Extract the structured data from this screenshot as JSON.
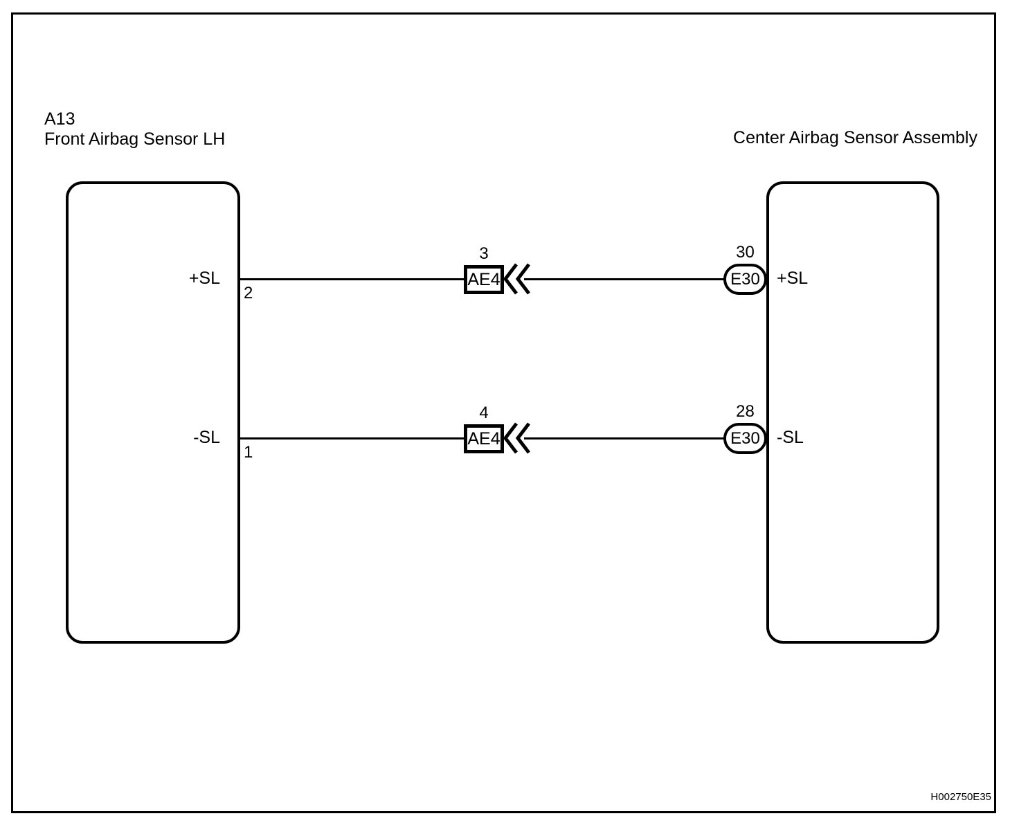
{
  "diagram": {
    "figure_code": "H002750E35",
    "colors": {
      "line": "#000000",
      "background": "#ffffff"
    },
    "left_component": {
      "code": "A13",
      "name": "Front Airbag Sensor LH"
    },
    "right_component": {
      "name": "Center Airbag Sensor Assembly"
    },
    "wires": [
      {
        "left_pin": {
          "label": "+SL",
          "number": "2"
        },
        "inline_connector": {
          "pin": "3",
          "code": "AE4"
        },
        "right_connector": {
          "pin": "30",
          "code": "E30"
        },
        "right_pin": {
          "label": "+SL"
        }
      },
      {
        "left_pin": {
          "label": "-SL",
          "number": "1"
        },
        "inline_connector": {
          "pin": "4",
          "code": "AE4"
        },
        "right_connector": {
          "pin": "28",
          "code": "E30"
        },
        "right_pin": {
          "label": "-SL"
        }
      }
    ]
  }
}
